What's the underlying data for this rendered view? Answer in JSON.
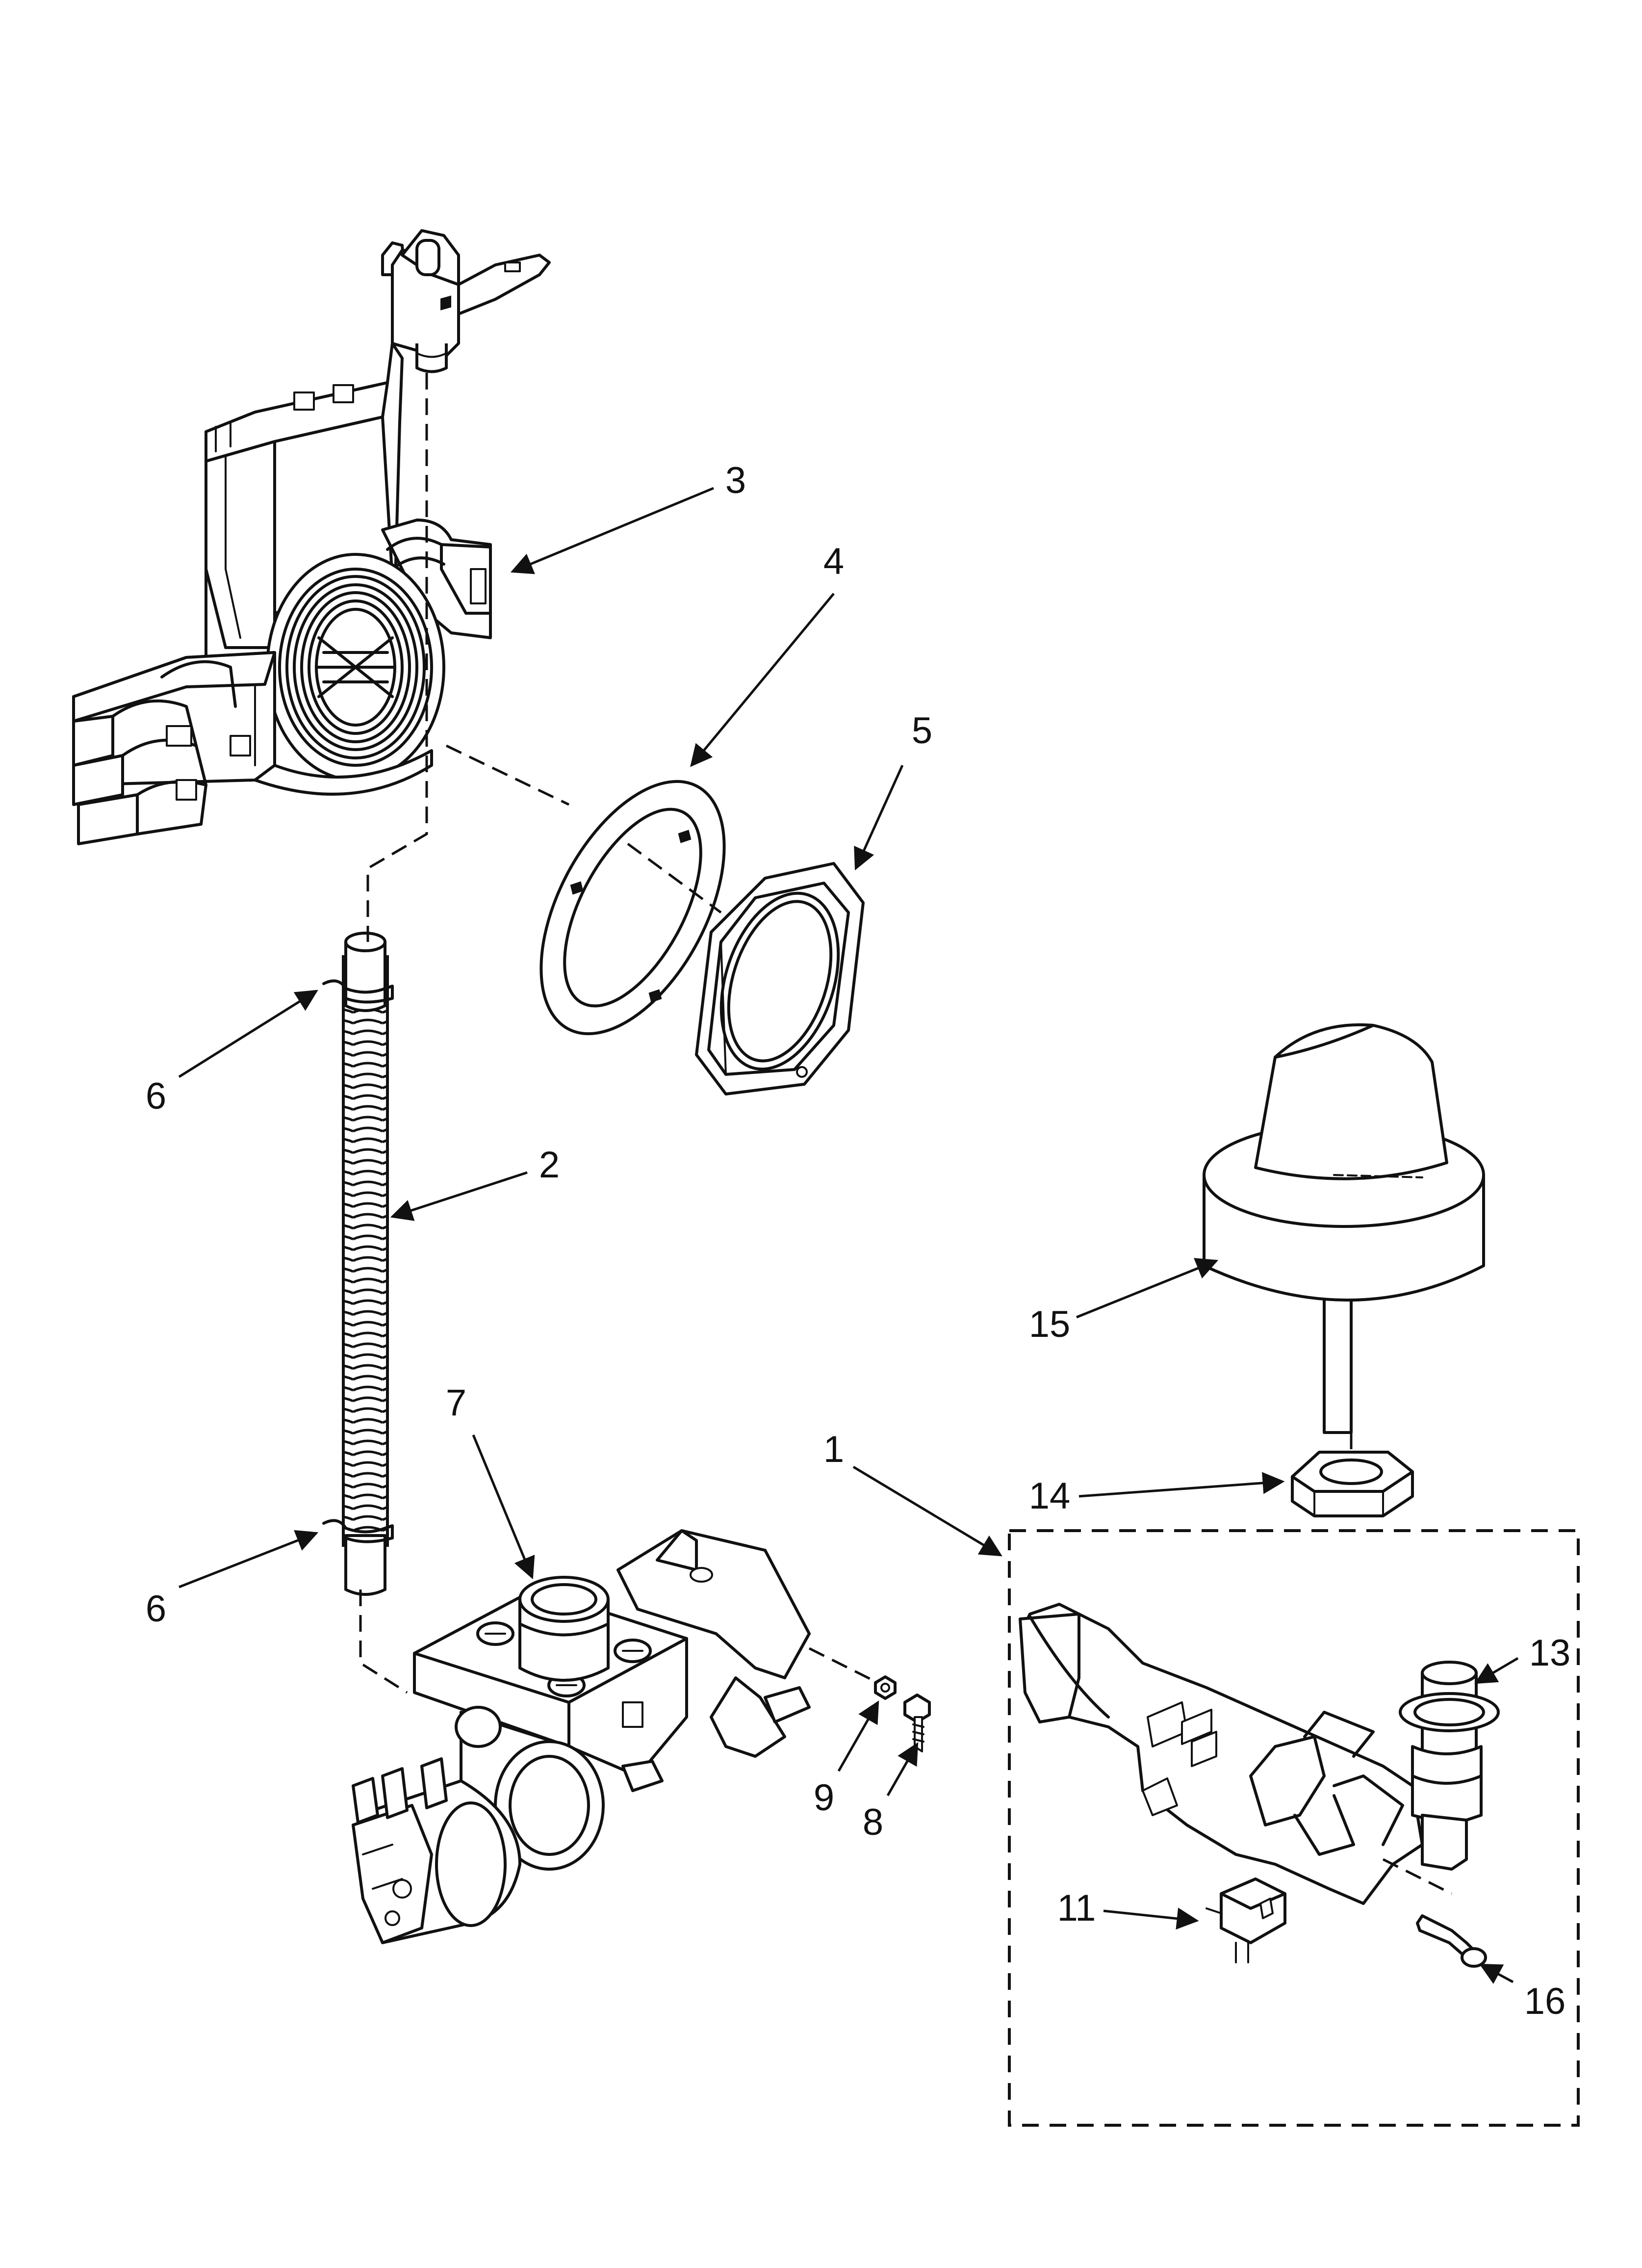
{
  "callouts": [
    {
      "id": "c1",
      "label": "1"
    },
    {
      "id": "c2",
      "label": "2"
    },
    {
      "id": "c3",
      "label": "3"
    },
    {
      "id": "c4",
      "label": "4"
    },
    {
      "id": "c5",
      "label": "5"
    },
    {
      "id": "c6a",
      "label": "6"
    },
    {
      "id": "c6b",
      "label": "6"
    },
    {
      "id": "c7",
      "label": "7"
    },
    {
      "id": "c8",
      "label": "8"
    },
    {
      "id": "c9",
      "label": "9"
    },
    {
      "id": "c11",
      "label": "11"
    },
    {
      "id": "c13",
      "label": "13"
    },
    {
      "id": "c14",
      "label": "14"
    },
    {
      "id": "c15",
      "label": "15"
    },
    {
      "id": "c16",
      "label": "16"
    }
  ]
}
